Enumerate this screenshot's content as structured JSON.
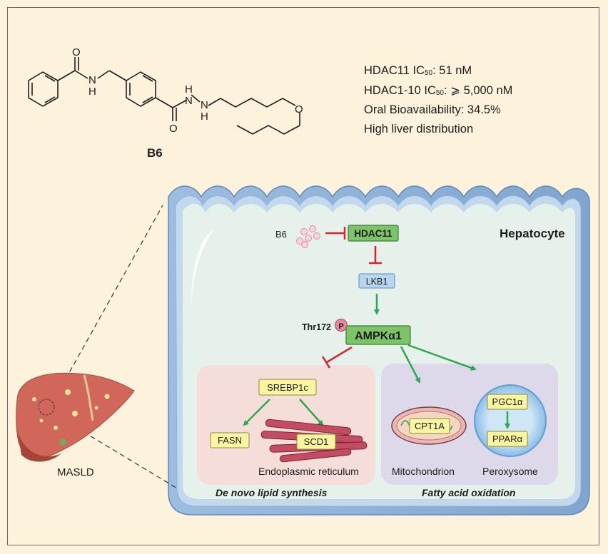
{
  "compound": {
    "name": "B6",
    "atoms": {
      "o1": "O",
      "o2": "O",
      "o3": "O",
      "nh1": "N",
      "nh1h": "H",
      "nh2": "H",
      "nh2n": "N",
      "nh3": "N",
      "nh3h": "H"
    }
  },
  "properties": {
    "hdac11_prefix": "HDAC11 IC",
    "hdac11_sub": "50",
    "hdac11_value": ": 51 nM",
    "hdac110_prefix": "HDAC1-10 IC",
    "hdac110_sub": "50",
    "hdac110_value": ": ⩾ 5,000 nM",
    "bioavailability": "Oral Bioavailability: 34.5%",
    "liver": "High liver distribution"
  },
  "cell": {
    "title": "Hepatocyte",
    "drug": "B6",
    "nodes": {
      "hdac11": "HDAC11",
      "lkb1": "LKB1",
      "ampk": "AMPKα1",
      "phospho_site": "Thr172",
      "phospho": "P",
      "srebp1c": "SREBP1c",
      "fasn": "FASN",
      "scd1": "SCD1",
      "cpt1a": "CPT1A",
      "pgc1a": "PGC1α",
      "ppara": "PPARα"
    },
    "organelles": {
      "er": "Endoplasmic reticulum",
      "mito": "Mitochondrion",
      "perox": "Peroxysome"
    },
    "sections": {
      "lipid": "De novo lipid synthesis",
      "fao": "Fatty acid oxidation"
    }
  },
  "liver": {
    "label": "MASLD"
  },
  "colors": {
    "background": "#fdf3dc",
    "membrane": "#7fa6cf",
    "membrane_inner": "#c2d8ec",
    "cytoplasm": "#e6f1ec",
    "activation": "#2ea64f",
    "inhibition": "#d8232a",
    "node_fill": "#faf5a0",
    "hdac_fill": "#7cc36a",
    "lkb1_fill": "#b9d6f0",
    "lipid_panel": "#f6dcd8",
    "fao_panel": "#dcd6ea",
    "liver": "#d0675a"
  }
}
